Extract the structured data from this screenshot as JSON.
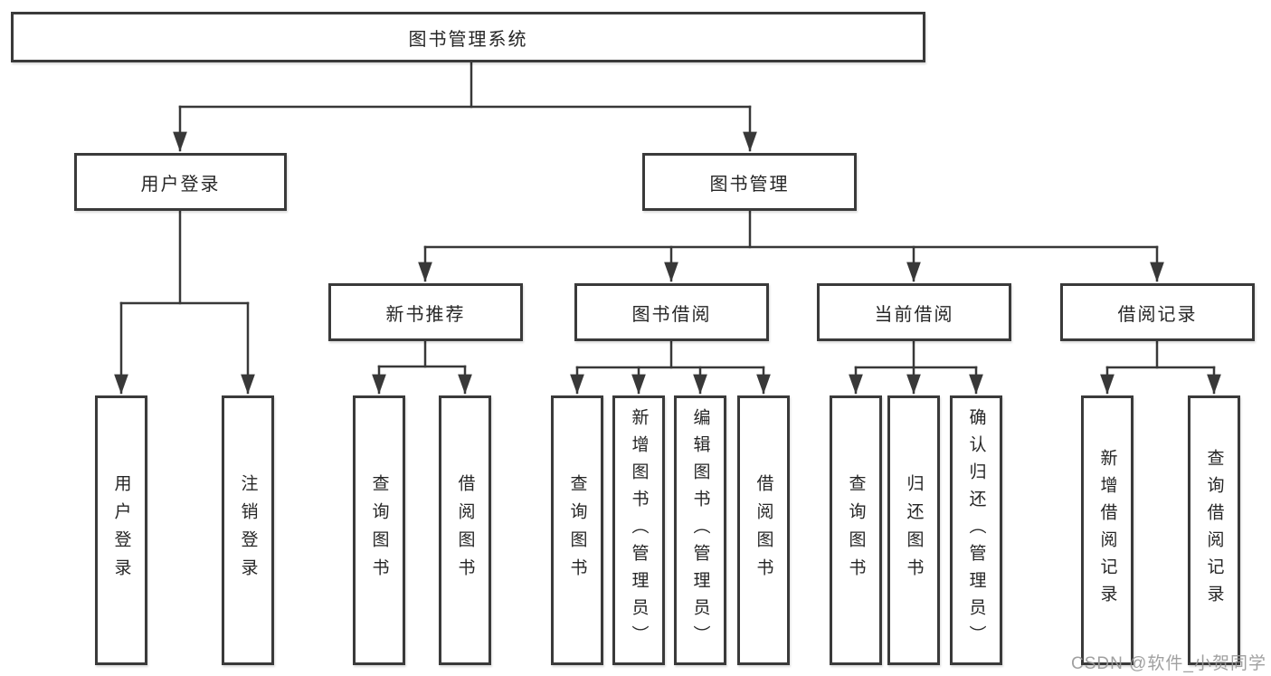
{
  "diagram_title": "图书管理系统",
  "nodes": {
    "root": "图书管理系统",
    "user_login": "用户登录",
    "book_management": "图书管理",
    "new_book_recommend": "新书推荐",
    "book_borrowing": "图书借阅",
    "current_borrowing": "当前借阅",
    "borrowing_records": "借阅记录",
    "user_login_leaf": "用户登录",
    "logout": "注销登录",
    "query_books_a": "查询图书",
    "borrow_books_a": "借阅图书",
    "query_books_b": "查询图书",
    "add_books_admin": "新增图书（管理员）",
    "edit_books_admin": "编辑图书（管理员）",
    "borrow_books_b": "借阅图书",
    "query_books_c": "查询图书",
    "return_books": "归还图书",
    "confirm_return_admin": "确认归还（管理员）",
    "add_borrow_record": "新增借阅记录",
    "query_borrow_record": "查询借阅记录"
  },
  "structure": [
    {
      "parent": "图书管理系统",
      "children": [
        "用户登录",
        "图书管理"
      ]
    },
    {
      "parent": "用户登录",
      "children": [
        "用户登录",
        "注销登录"
      ]
    },
    {
      "parent": "图书管理",
      "children": [
        "新书推荐",
        "图书借阅",
        "当前借阅",
        "借阅记录"
      ]
    },
    {
      "parent": "新书推荐",
      "children": [
        "查询图书",
        "借阅图书"
      ]
    },
    {
      "parent": "图书借阅",
      "children": [
        "查询图书",
        "新增图书（管理员）",
        "编辑图书（管理员）",
        "借阅图书"
      ]
    },
    {
      "parent": "当前借阅",
      "children": [
        "查询图书",
        "归还图书",
        "确认归还（管理员）"
      ]
    },
    {
      "parent": "借阅记录",
      "children": [
        "新增借阅记录",
        "查询借阅记录"
      ]
    }
  ],
  "watermark": "CSDN @软件_小贺同学",
  "colors": {
    "line": "#383838",
    "box_border": "#3a3a3a",
    "box_background": "#ffffff",
    "text": "#262626",
    "watermark": "#989898"
  }
}
